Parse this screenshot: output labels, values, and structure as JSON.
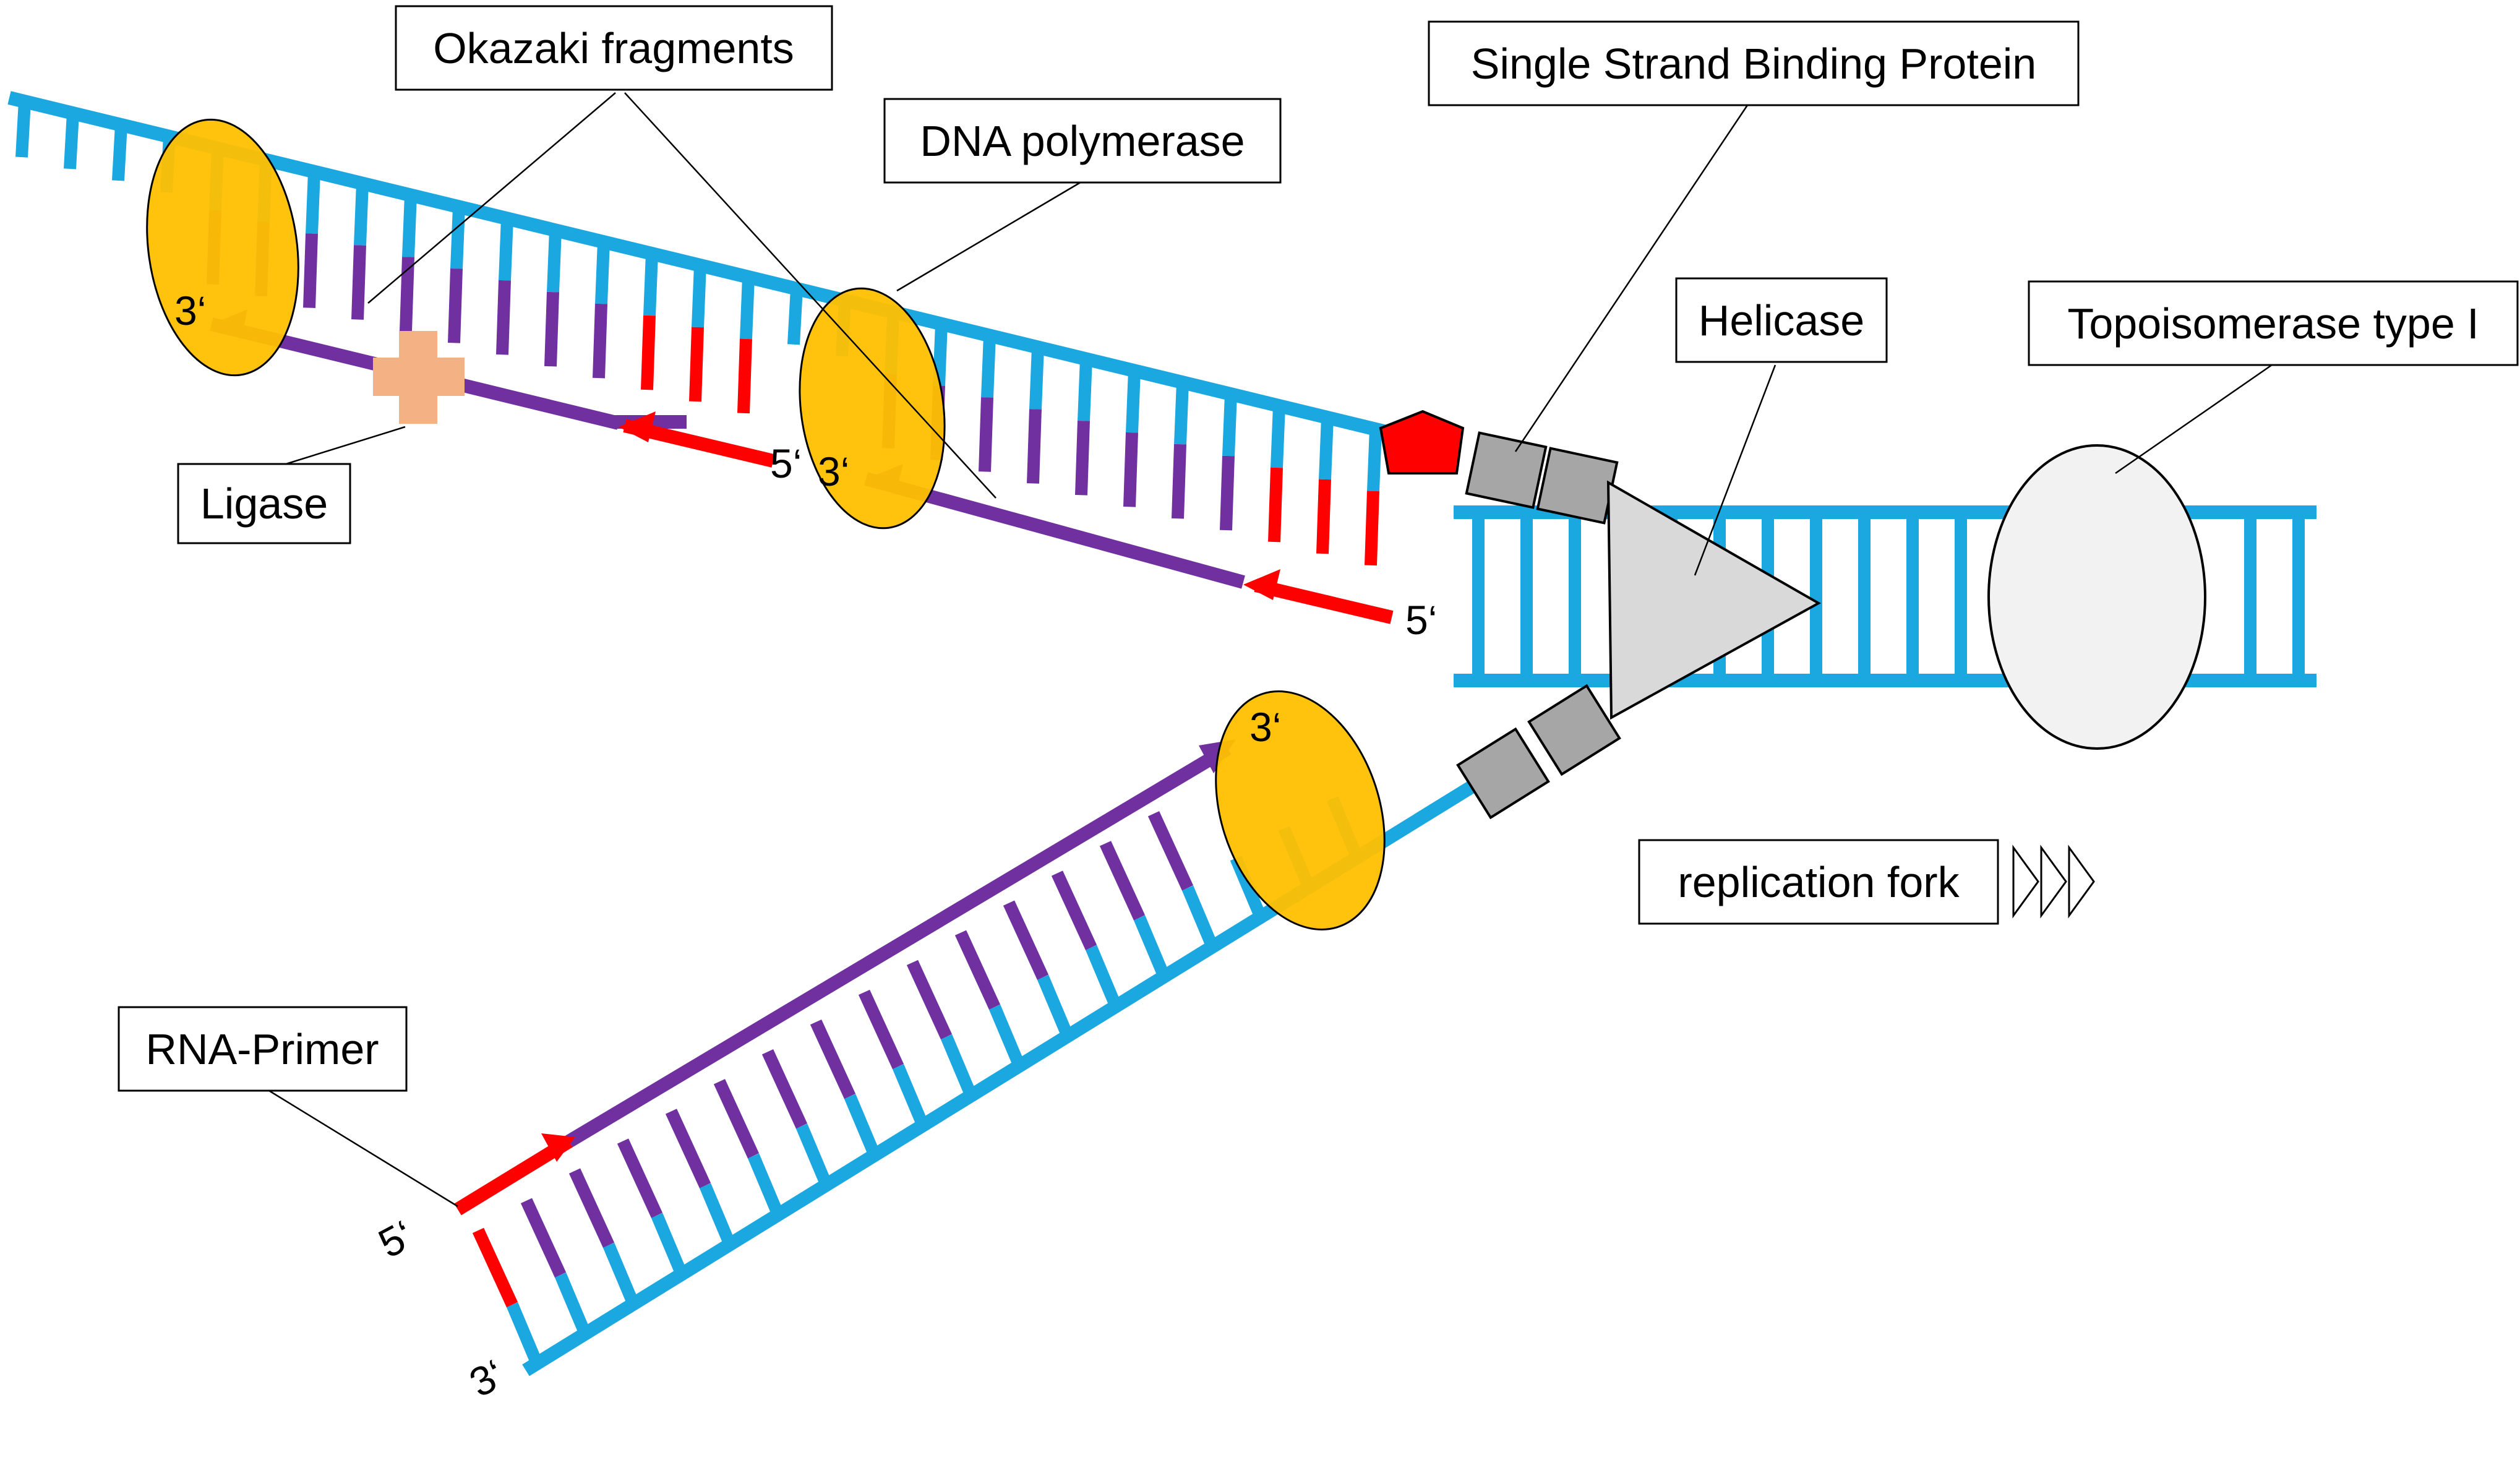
{
  "labels": {
    "okazaki": "Okazaki fragments",
    "dna_polymerase": "DNA polymerase",
    "ssb": "Single Strand Binding Protein",
    "helicase": "Helicase",
    "topoisomerase": "Topoisomerase type I",
    "ligase": "Ligase",
    "rna_primer": "RNA-Primer",
    "replication_fork": "replication fork"
  },
  "ends": {
    "three_prime": "3‘",
    "five_prime": "5‘"
  },
  "colors": {
    "dna": "#1ba8e0",
    "primer": "#ff0000",
    "new_strand": "#7030a0",
    "polymerase": "#ffc000",
    "ligase": "#f4b183",
    "protein_grey": "#a6a6a6",
    "helicase": "#d9d9d9",
    "topoisomerase": "#f2f2f2"
  }
}
